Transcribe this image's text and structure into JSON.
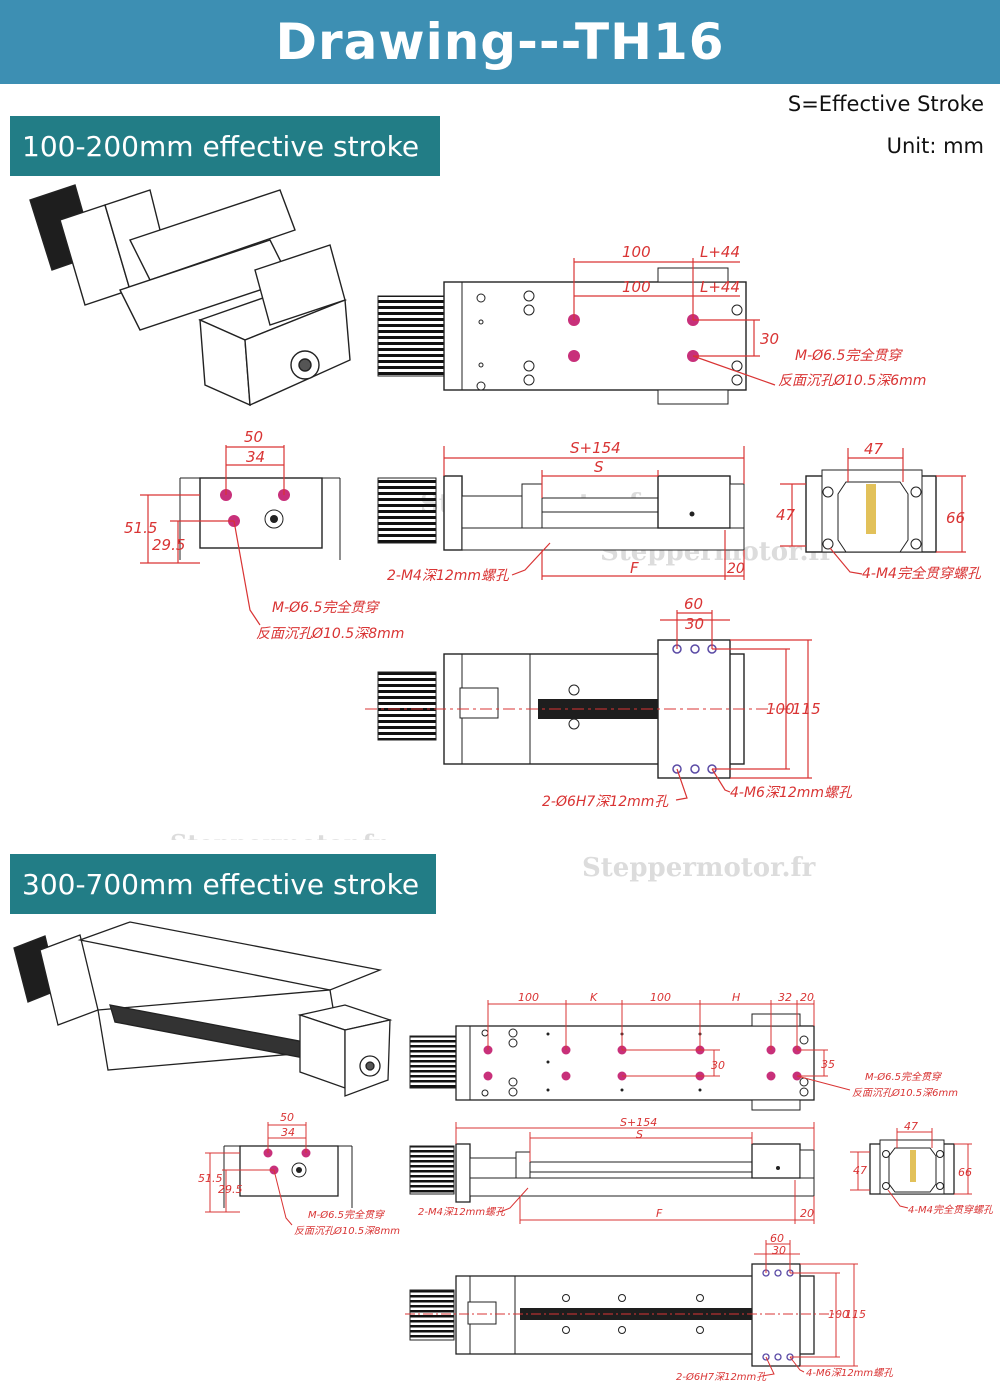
{
  "header": {
    "title": "Drawing---TH16"
  },
  "notes": {
    "stroke_def": "S=Effective Stroke",
    "unit": "Unit: mm"
  },
  "sections": [
    {
      "title": "100-200mm effective stroke",
      "top_view": {
        "dim_a": "100",
        "dim_b": "L+44",
        "dim_c": "100",
        "dim_d": "L+44",
        "dim_e": "30",
        "callout_1": "M-Ø6.5完全贯穿",
        "callout_2": "反面沉孔Ø10.5深6mm"
      },
      "end_view": {
        "dim_a": "50",
        "dim_b": "34",
        "dim_c": "51.5",
        "dim_d": "29.5",
        "callout_1": "M-Ø6.5完全贯穿",
        "callout_2": "反面沉孔Ø10.5深8mm"
      },
      "side_view": {
        "dim_total": "S+154",
        "dim_s": "S",
        "dim_f": "F",
        "dim_20": "20",
        "callout": "2-M4深12mm螺孔"
      },
      "motor_view": {
        "dim_a": "47",
        "dim_b": "47",
        "dim_c": "66",
        "callout": "4-M4完全贯穿螺孔"
      },
      "bottom_view": {
        "dim_a": "60",
        "dim_b": "30",
        "dim_c": "100",
        "dim_d": "115",
        "callout_1": "2-Ø6H7深12mm孔",
        "callout_2": "4-M6深12mm螺孔"
      }
    },
    {
      "title": "300-700mm effective stroke",
      "top_view": {
        "dim_a": "100",
        "dim_b": "K",
        "dim_c": "100",
        "dim_d": "H",
        "dim_e": "32",
        "dim_f": "20",
        "dim_g": "30",
        "dim_h": "35",
        "callout_1": "M-Ø6.5完全贯穿",
        "callout_2": "反面沉孔Ø10.5深6mm"
      },
      "end_view": {
        "dim_a": "50",
        "dim_b": "34",
        "dim_c": "51.5",
        "dim_d": "29.5",
        "callout_1": "M-Ø6.5完全贯穿",
        "callout_2": "反面沉孔Ø10.5深8mm"
      },
      "side_view": {
        "dim_total": "S+154",
        "dim_s": "S",
        "dim_f": "F",
        "dim_20": "20",
        "callout": "2-M4深12mm螺孔"
      },
      "motor_view": {
        "dim_a": "47",
        "dim_b": "47",
        "dim_c": "66",
        "callout": "4-M4完全贯穿螺孔"
      },
      "bottom_view": {
        "dim_a": "60",
        "dim_b": "30",
        "dim_c": "100",
        "dim_d": "115",
        "callout_1": "2-Ø6H7深12mm孔",
        "callout_2": "4-M6深12mm螺孔"
      }
    }
  ],
  "watermark": "Steppermotor.fr",
  "colors": {
    "header_bg": "#3d8fb3",
    "band_bg": "#227d86",
    "dimension": "#d93434",
    "hole": "#c8307a"
  }
}
